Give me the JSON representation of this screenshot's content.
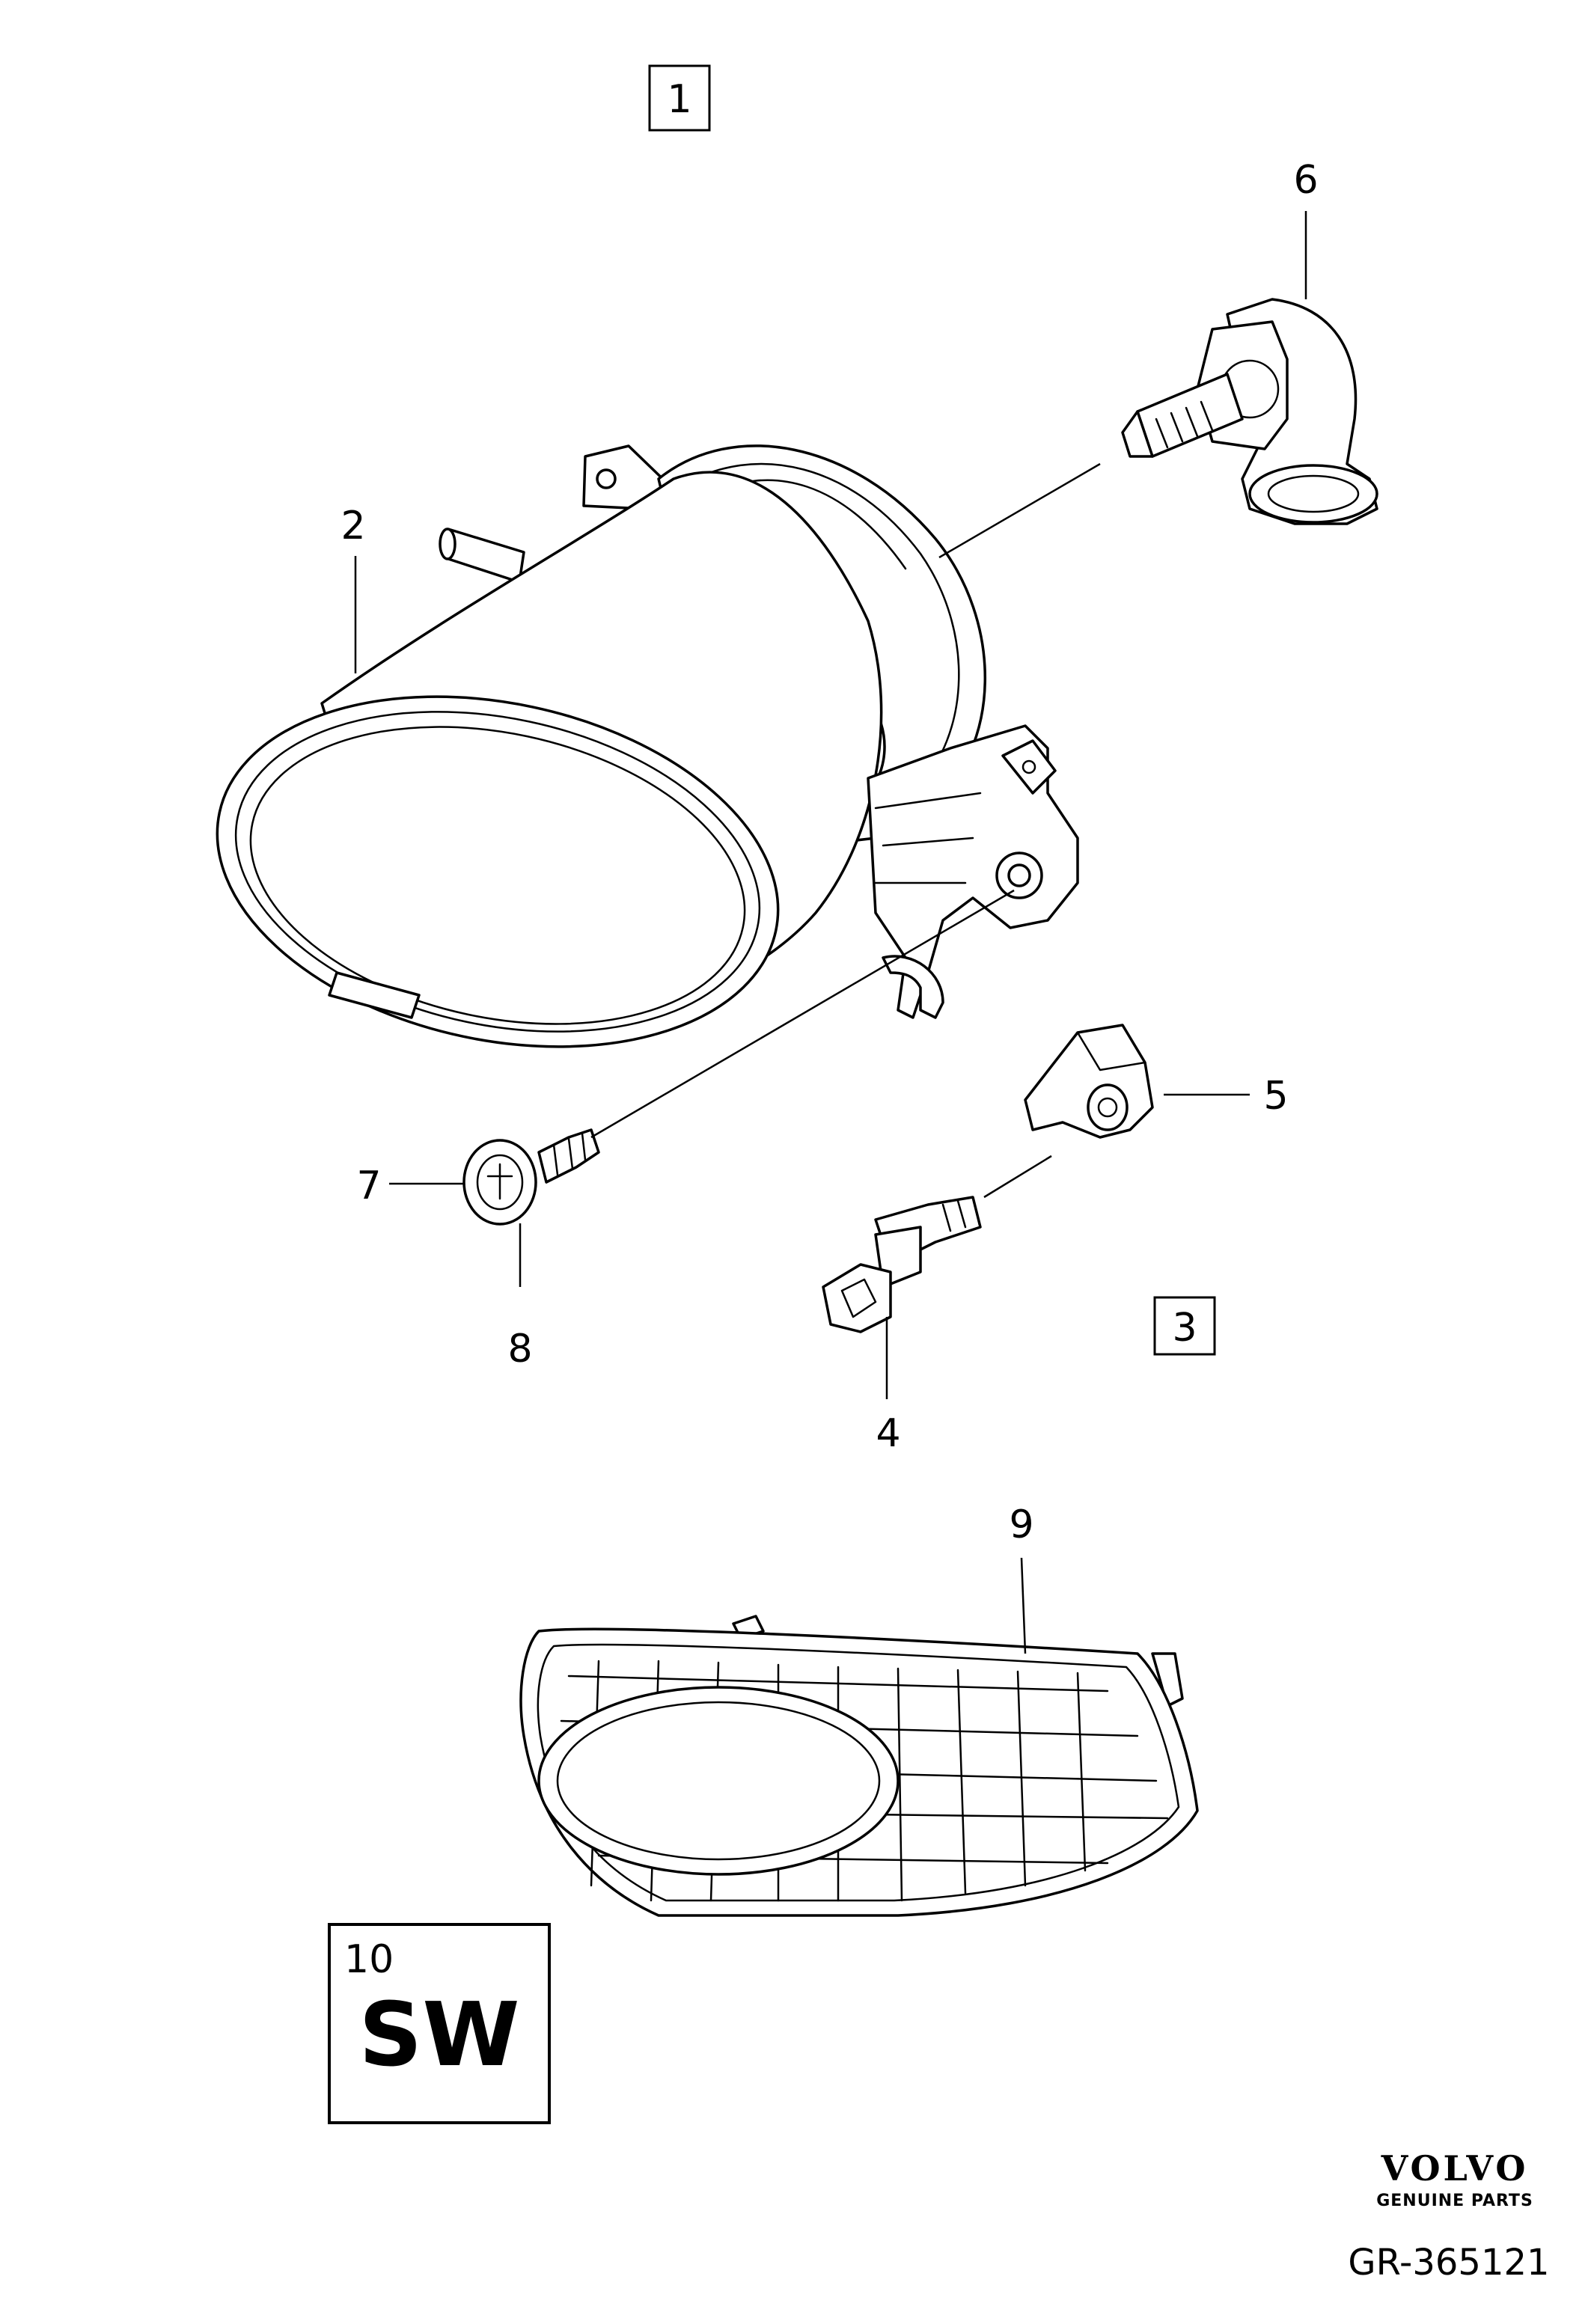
{
  "callouts": {
    "c1": "1",
    "c2": "2",
    "c3": "3",
    "c4": "4",
    "c5": "5",
    "c6": "6",
    "c7": "7",
    "c8": "8",
    "c9": "9",
    "c10": "10"
  },
  "software_box": {
    "code": "SW"
  },
  "brand": {
    "name": "VOLVO",
    "tagline": "GENUINE PARTS"
  },
  "drawing_number": "GR-365121"
}
